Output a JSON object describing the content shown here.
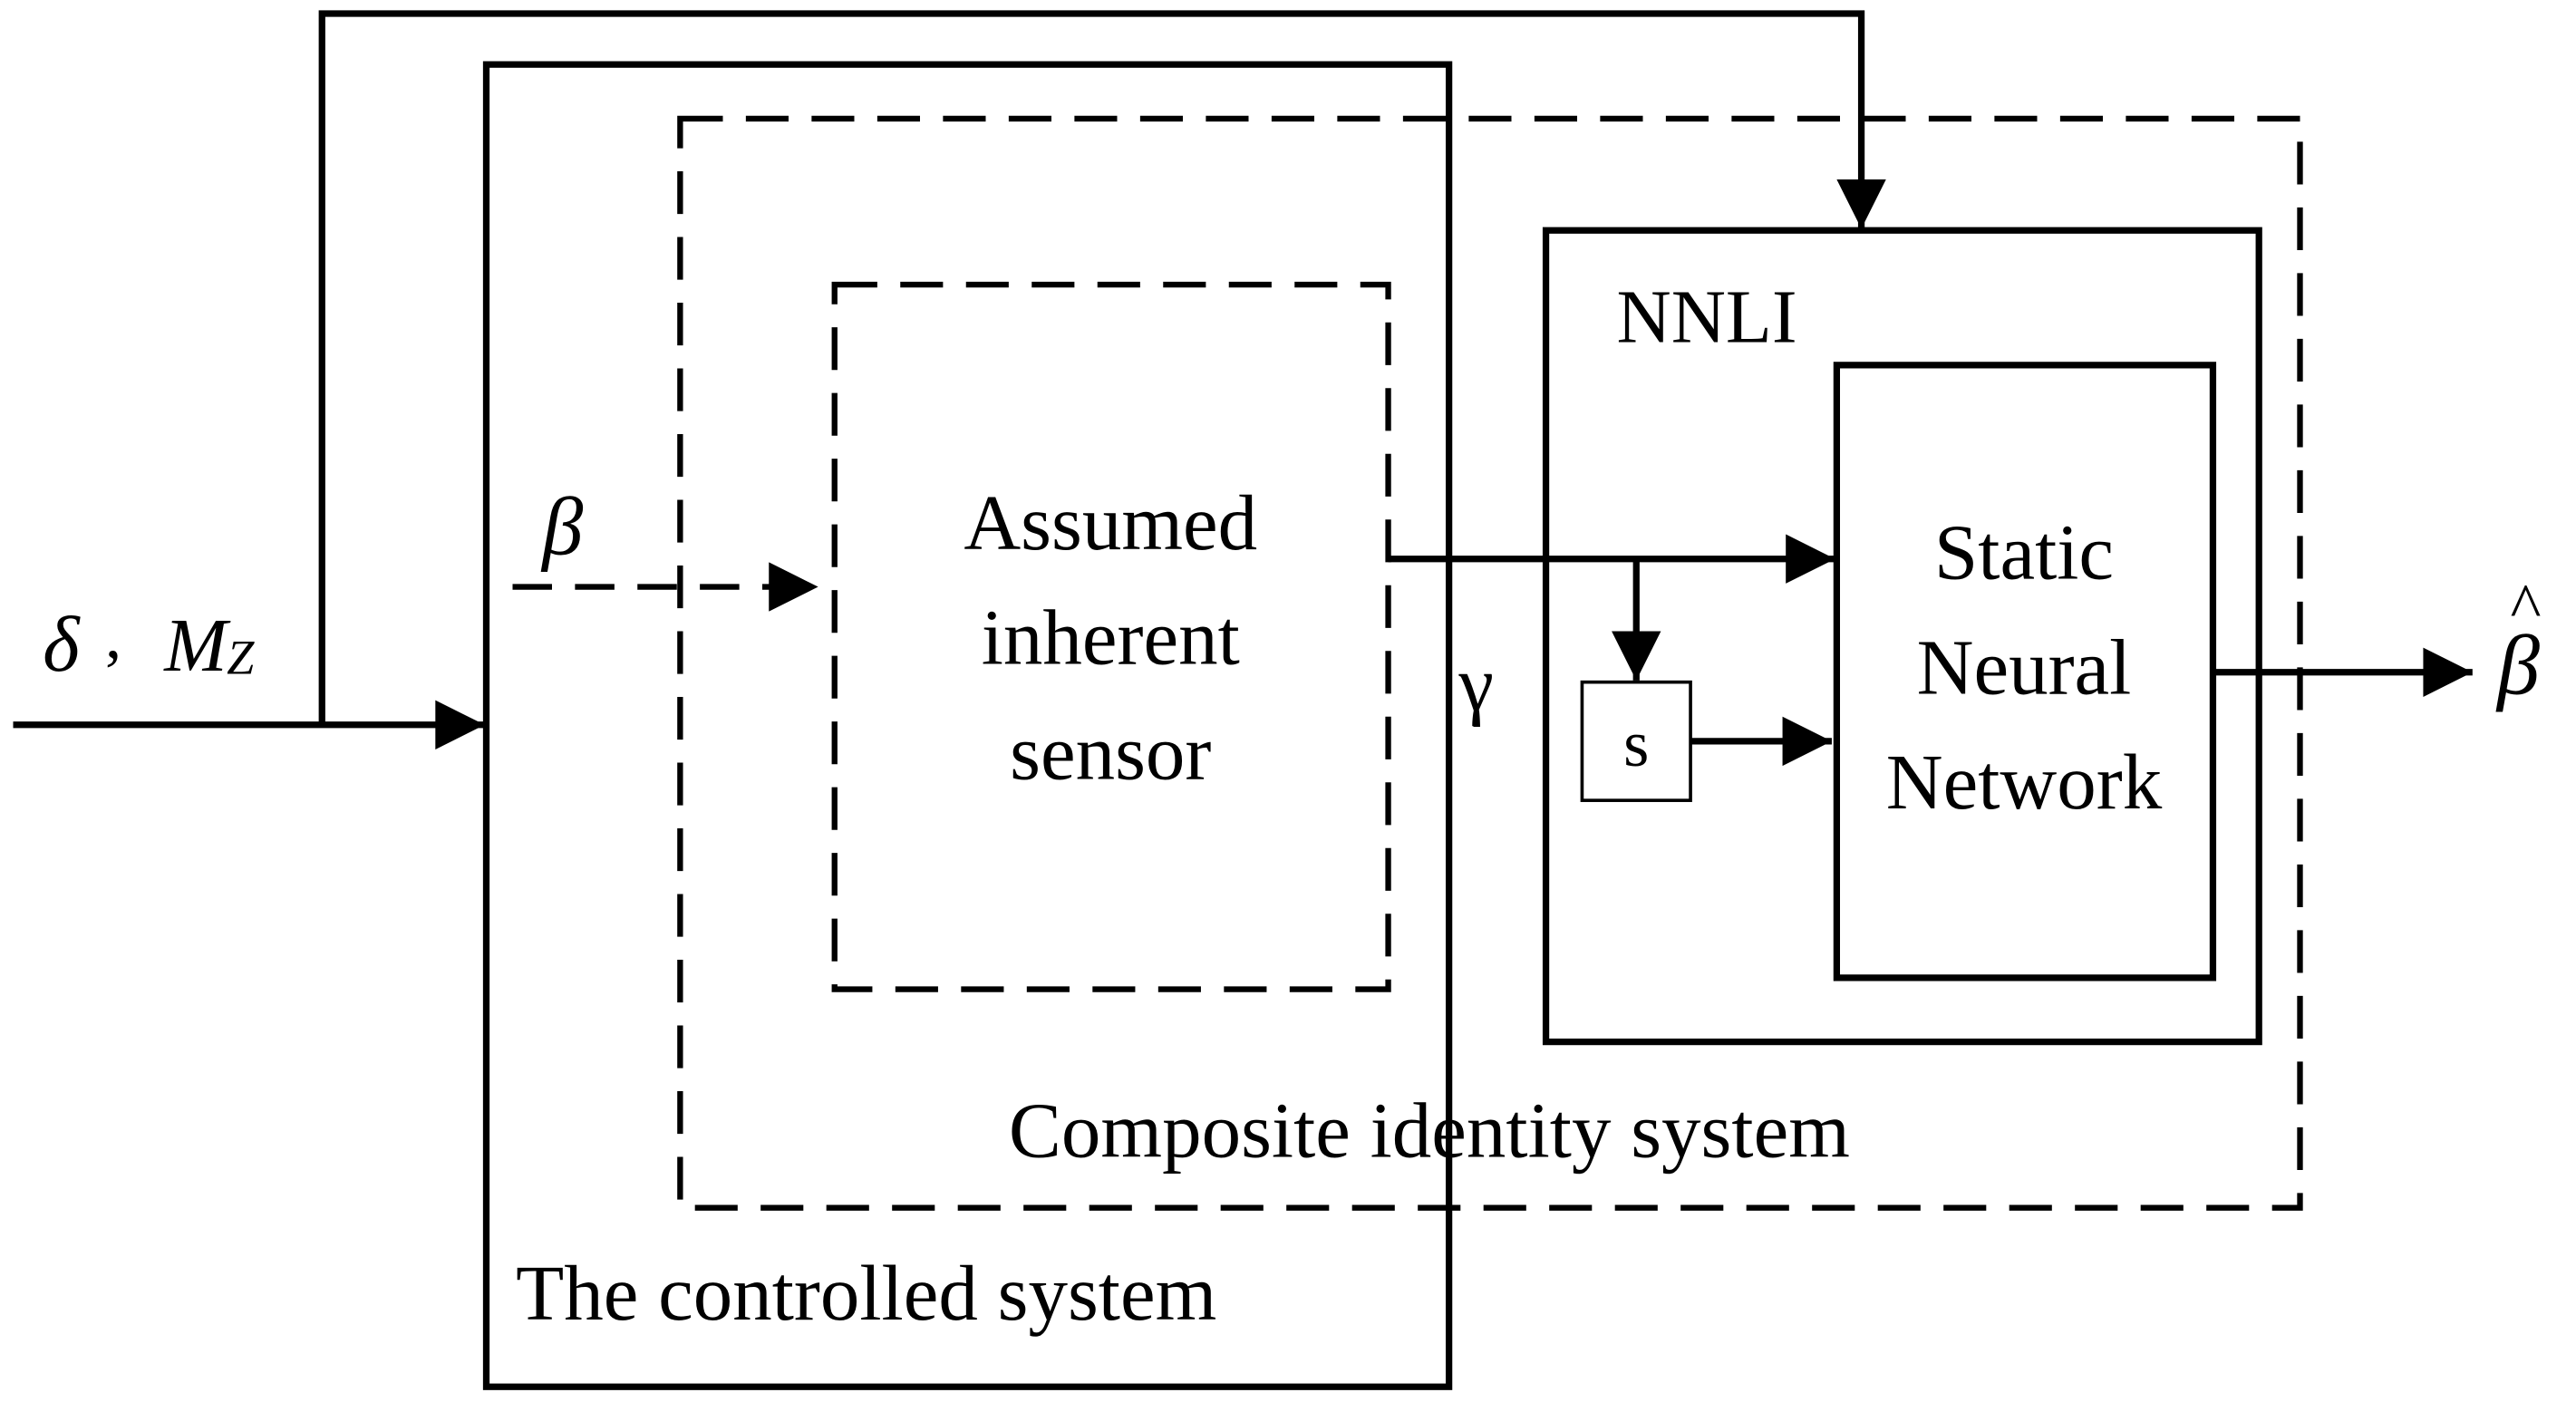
{
  "inputs": {
    "delta": "δ",
    "separator": ",",
    "mz_main": "M",
    "mz_sub": "Z"
  },
  "beta_in": "β",
  "gamma": "γ",
  "output": {
    "beta_hat": "β",
    "hat": "^"
  },
  "blocks": {
    "sensor_line1": "Assumed",
    "sensor_line2": "inherent",
    "sensor_line3": "sensor",
    "nnli": "NNLI",
    "snn_line1": "Static",
    "snn_line2": "Neural",
    "snn_line3": "Network",
    "s_block": "s",
    "composite": "Composite identity system",
    "controlled": "The controlled system"
  },
  "colors": {
    "stroke": "#000000",
    "background": "#ffffff"
  }
}
